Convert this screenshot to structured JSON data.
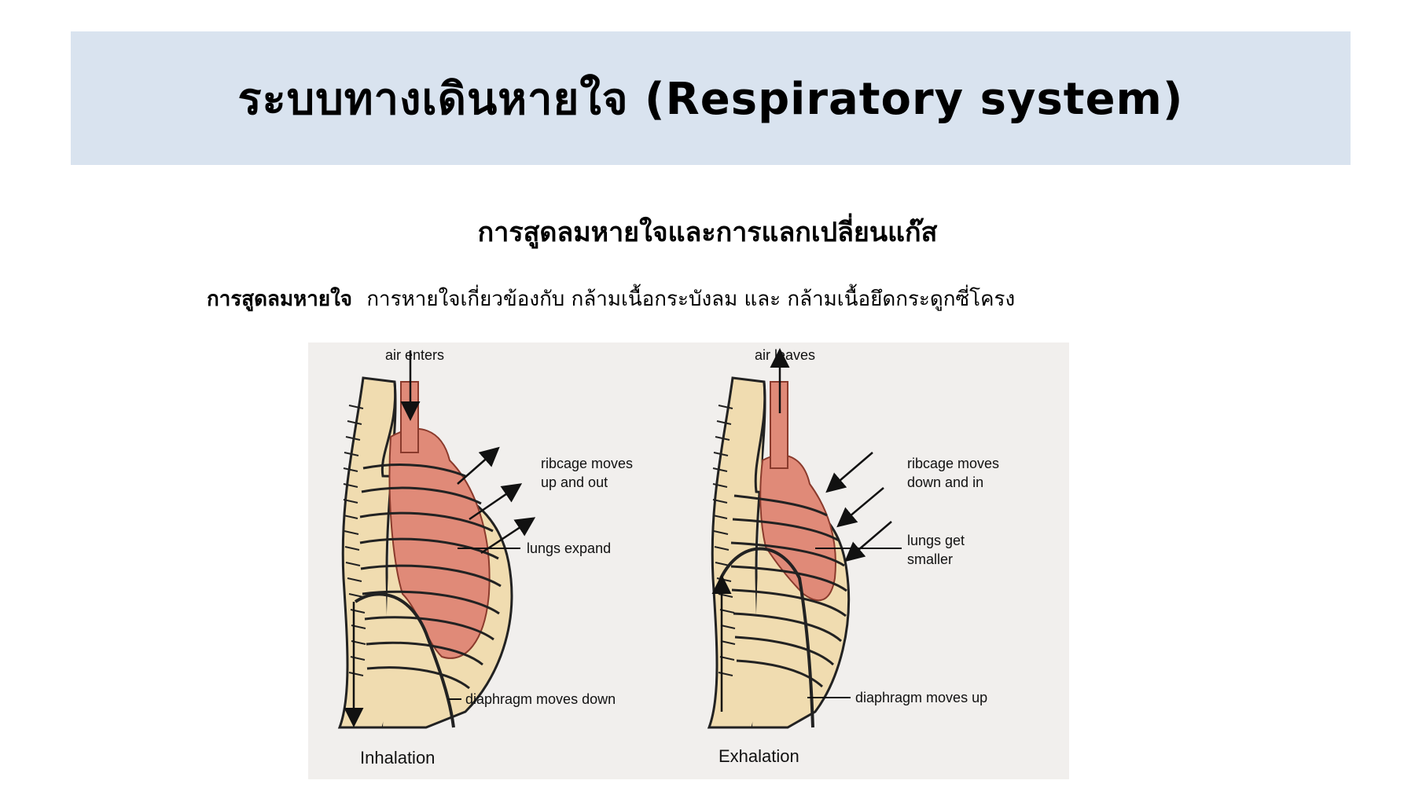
{
  "header": {
    "title": "ระบบทางเดินหายใจ (Respiratory system)"
  },
  "section": {
    "subtitle": "การสูดลมหายใจและการแลกเปลี่ยนแก๊ส",
    "lead": "การสูดลมหายใจ",
    "text": "การหายใจเกี่ยวข้องกับ กล้ามเนื้อกระบังลม และ กล้ามเนื้อยึดกระดูกซี่โครง"
  },
  "figure": {
    "inhalation": {
      "top_label": "air enters",
      "ribcage_label_1": "ribcage moves",
      "ribcage_label_2": "up and out",
      "lungs_label": "lungs expand",
      "diaphragm_label": "diaphragm moves down",
      "caption": "Inhalation"
    },
    "exhalation": {
      "top_label": "air leaves",
      "ribcage_label_1": "ribcage moves",
      "ribcage_label_2": "down and in",
      "lungs_label_1": "lungs get",
      "lungs_label_2": "smaller",
      "diaphragm_label": "diaphragm moves up",
      "caption": "Exhalation"
    },
    "colors": {
      "bone": "#f0dcb0",
      "lung": "#e08a78",
      "outline": "#222222",
      "paper": "#f1efed"
    }
  }
}
